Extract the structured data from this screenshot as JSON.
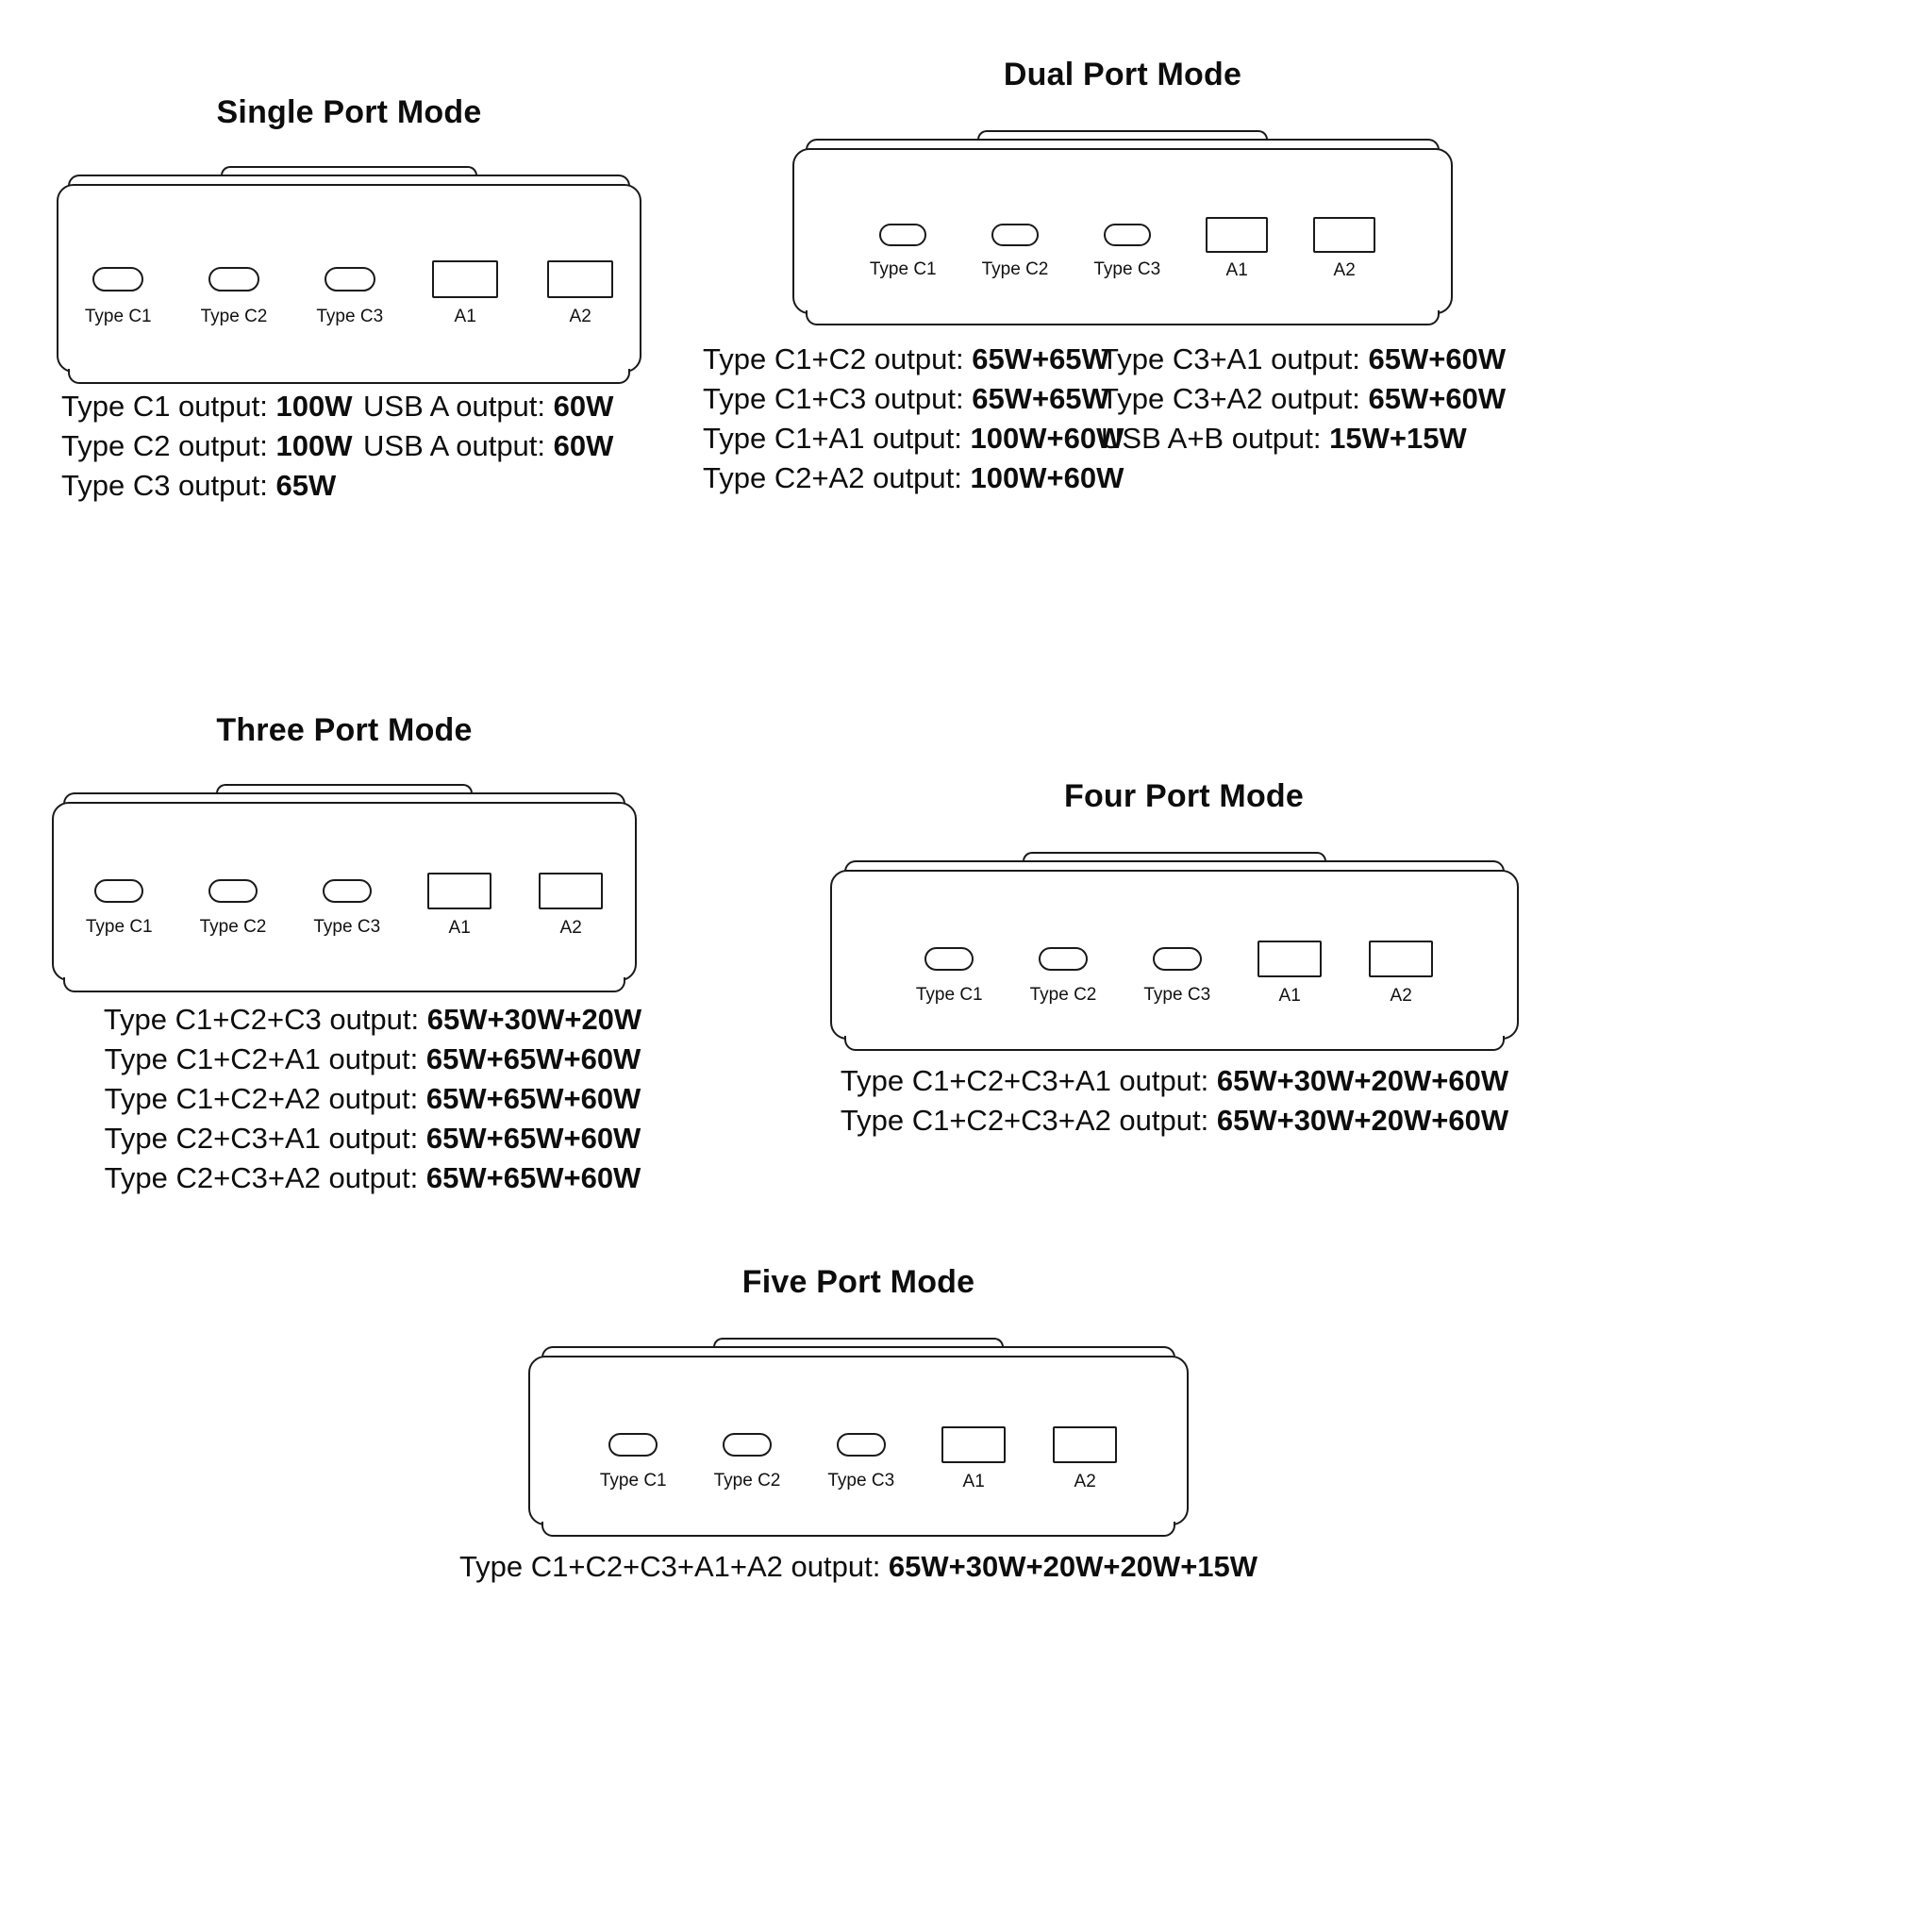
{
  "colors": {
    "ink": "#1a1a1a",
    "text": "#0d0d0d",
    "background": "#ffffff"
  },
  "port_labels": [
    "Type C1",
    "Type C2",
    "Type C3",
    "A1",
    "A2"
  ],
  "sections": [
    {
      "id": "single-port-mode",
      "title": "Single Port Mode",
      "specs_left": [
        {
          "label": "Type C1 output: ",
          "value": "100W"
        },
        {
          "label": "Type C2 output: ",
          "value": "100W"
        },
        {
          "label": "Type C3 output: ",
          "value": "65W"
        }
      ],
      "specs_right": [
        {
          "label": "USB A output: ",
          "value": "60W"
        },
        {
          "label": "USB A output: ",
          "value": "60W"
        }
      ]
    },
    {
      "id": "dual-port-mode",
      "title": "Dual Port Mode",
      "specs_left": [
        {
          "label": "Type C1+C2 output: ",
          "value": "65W+65W"
        },
        {
          "label": "Type C1+C3 output: ",
          "value": "65W+65W"
        },
        {
          "label": "Type C1+A1 output: ",
          "value": "100W+60W"
        },
        {
          "label": "Type C2+A2 output: ",
          "value": "100W+60W"
        }
      ],
      "specs_right": [
        {
          "label": "Type C3+A1 output: ",
          "value": "65W+60W"
        },
        {
          "label": "Type C3+A2 output: ",
          "value": "65W+60W"
        },
        {
          "label": "USB A+B output: ",
          "value": "15W+15W"
        }
      ]
    },
    {
      "id": "three-port-mode",
      "title": "Three Port Mode",
      "specs_left": [
        {
          "label": "Type C1+C2+C3 output: ",
          "value": "65W+30W+20W"
        },
        {
          "label": "Type C1+C2+A1 output: ",
          "value": "65W+65W+60W"
        },
        {
          "label": "Type C1+C2+A2 output: ",
          "value": "65W+65W+60W"
        },
        {
          "label": "Type C2+C3+A1 output: ",
          "value": "65W+65W+60W"
        },
        {
          "label": "Type C2+C3+A2 output: ",
          "value": "65W+65W+60W"
        }
      ],
      "specs_right": []
    },
    {
      "id": "four-port-mode",
      "title": "Four Port Mode",
      "specs_left": [
        {
          "label": "Type C1+C2+C3+A1 output: ",
          "value": "65W+30W+20W+60W"
        },
        {
          "label": "Type C1+C2+C3+A2 output: ",
          "value": "65W+30W+20W+60W"
        }
      ],
      "specs_right": []
    },
    {
      "id": "five-port-mode",
      "title": "Five Port Mode",
      "specs_left": [
        {
          "label": "Type C1+C2+C3+A1+A2 output: ",
          "value": "65W+30W+20W+20W+15W"
        }
      ],
      "specs_right": []
    }
  ]
}
